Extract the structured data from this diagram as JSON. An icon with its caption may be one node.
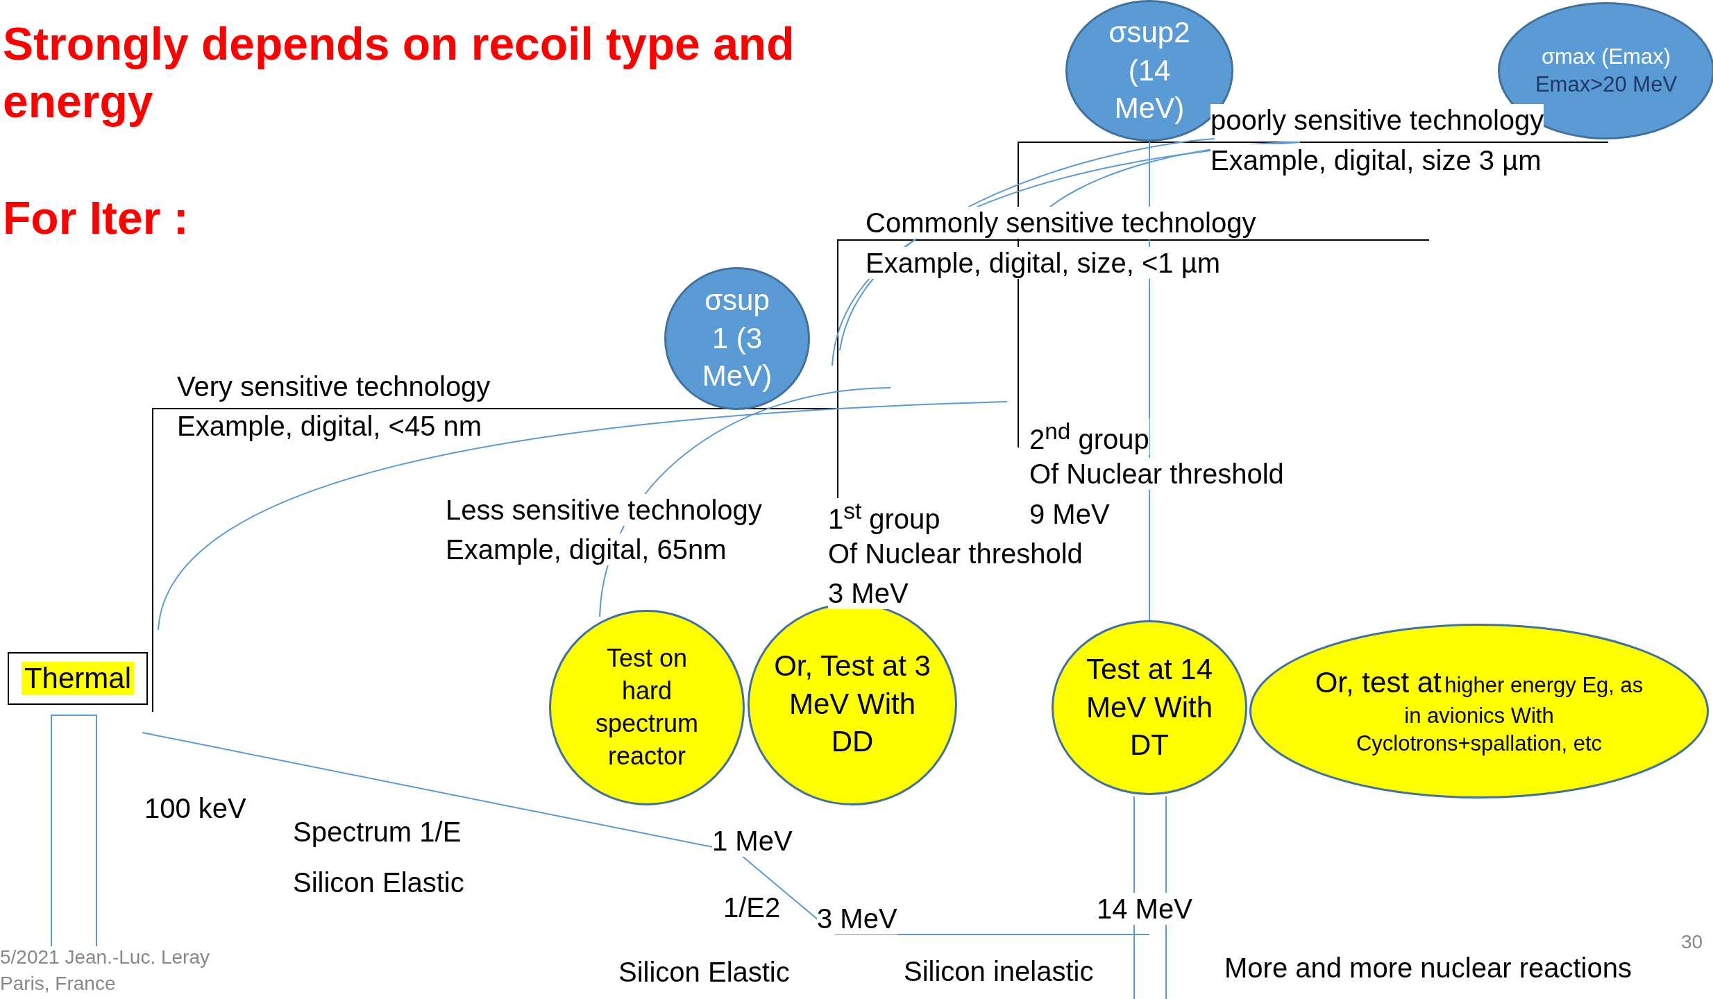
{
  "diagram": {
    "title": "Strongly depends on recoil type and energy",
    "nodes": [
      {
        "text": [
          "σsup2 (14 MeV)"
        ]
      },
      {
        "text": [
          "σmax (Emax)",
          "Emax>20 MeV"
        ]
      },
      {
        "text": [
          "σsup 1 (3 MeV)"
        ]
      },
      {
        "text": [
          "Thermal"
        ]
      },
      {
        "text": [
          "Test on hard spectrum reactor"
        ]
      },
      {
        "text": [
          "Or, Test at 3 MeV With DD"
        ]
      },
      {
        "text": [
          "Test at 14 MeV With DT"
        ]
      },
      {
        "text": [
          "Or, test at",
          "higher energy Eg, as in avionics With Cyclotrons+spallation, etc"
        ]
      }
    ],
    "edges": [
      {
        "from": 0,
        "to": 6,
        "arrow": "none"
      }
    ],
    "labels": [
      "For Iter :",
      "poorly sensitive technology",
      "Example, digital, size 3 µm",
      "Commonly sensitive technology",
      "Example, digital, size, <1 µm",
      "Very sensitive technology",
      "Example, digital, <45 nm",
      "2$^{nd}$ group",
      "Of Nuclear threshold",
      "Less sensitive technology",
      "1$^{st}$ group",
      "9 MeV",
      "Example, digital, 65nm",
      "Of Nuclear threshold",
      "3 MeV",
      "100 keV",
      "Spectrum 1/E",
      "1 MeV",
      "Silicon Elastic",
      "1/E2",
      "3 MeV",
      "14 MeV",
      "30",
      "5/2021 Jean.-Luc. Leray",
      "Silicon Elastic",
      "Silicon inelastic",
      "More and more nuclear reactions",
      "Paris, France"
    ]
  }
}
